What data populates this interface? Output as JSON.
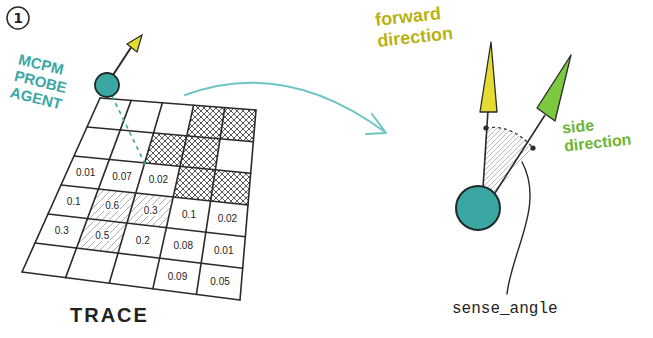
{
  "diagram": {
    "labels": [
      "1",
      "MCPM PROBE AGENT",
      "0.01",
      "0.07",
      "0.02",
      "0.1",
      "0.6",
      "0.3",
      "0.1",
      "0.02",
      "0.3",
      "0.5",
      "0.2",
      "0.08",
      "0.01",
      "0.09",
      "0.05",
      "TRACE",
      "forward direction",
      "side direction",
      "sense_angle"
    ]
  }
}
